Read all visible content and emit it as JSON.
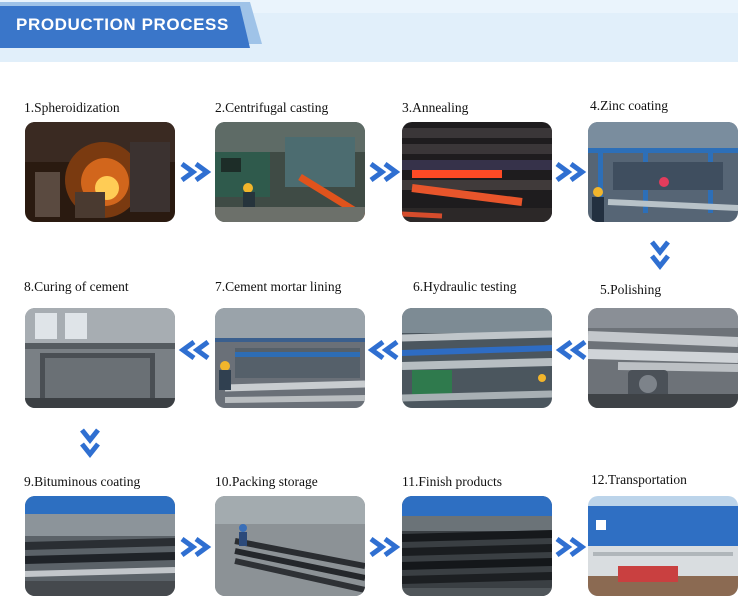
{
  "header": {
    "title": "PRODUCTION PROCESS"
  },
  "steps": [
    {
      "label": "1.Spheroidization"
    },
    {
      "label": "2.Centrifugal casting"
    },
    {
      "label": "3.Annealing"
    },
    {
      "label": "4.Zinc coating"
    },
    {
      "label": "5.Polishing"
    },
    {
      "label": "6.Hydraulic testing"
    },
    {
      "label": "7.Cement mortar lining"
    },
    {
      "label": "8.Curing of cement"
    },
    {
      "label": "9.Bituminous coating"
    },
    {
      "label": "10.Packing storage"
    },
    {
      "label": "11.Finish products"
    },
    {
      "label": "12.Transportation"
    }
  ],
  "icons": {
    "arrow": "double-chevron-icon"
  },
  "colors": {
    "accent": "#3a76c9",
    "arrow": "#2f6fd1"
  }
}
